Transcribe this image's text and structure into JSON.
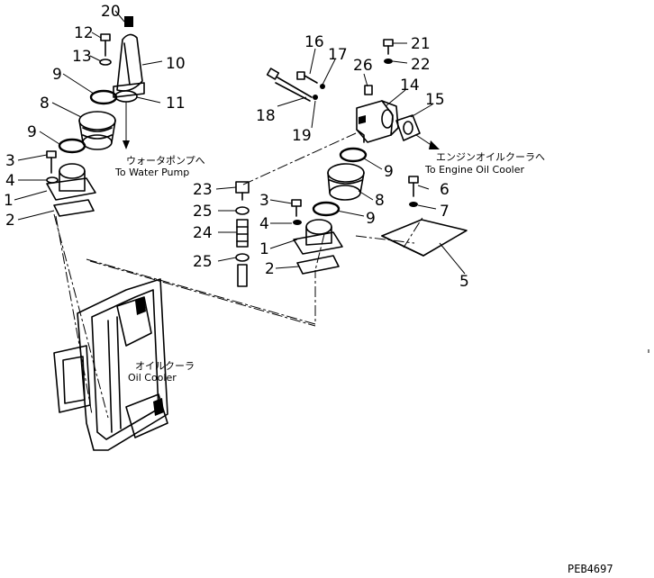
{
  "callouts": {
    "n1": "1",
    "n2": "2",
    "n3": "3",
    "n4": "4",
    "n5": "5",
    "n6": "6",
    "n7": "7",
    "n8": "8",
    "n9": "9",
    "n10": "10",
    "n11": "11",
    "n12": "12",
    "n13": "13",
    "n14": "14",
    "n15": "15",
    "n16": "16",
    "n17": "17",
    "n18": "18",
    "n19": "19",
    "n20": "20",
    "n21": "21",
    "n22": "22",
    "n23": "23",
    "n24": "24",
    "n25": "25",
    "n26": "26"
  },
  "notes": {
    "water_pump_jp": "ウォータポンプへ",
    "water_pump_en": "To Water Pump",
    "engine_oil_cooler_jp": "エンジンオイルクーラへ",
    "engine_oil_cooler_en": "To Engine Oil Cooler",
    "oil_cooler_jp": "オイルクーラ",
    "oil_cooler_en": "Oil Cooler"
  },
  "figure_code": "PEB4697"
}
